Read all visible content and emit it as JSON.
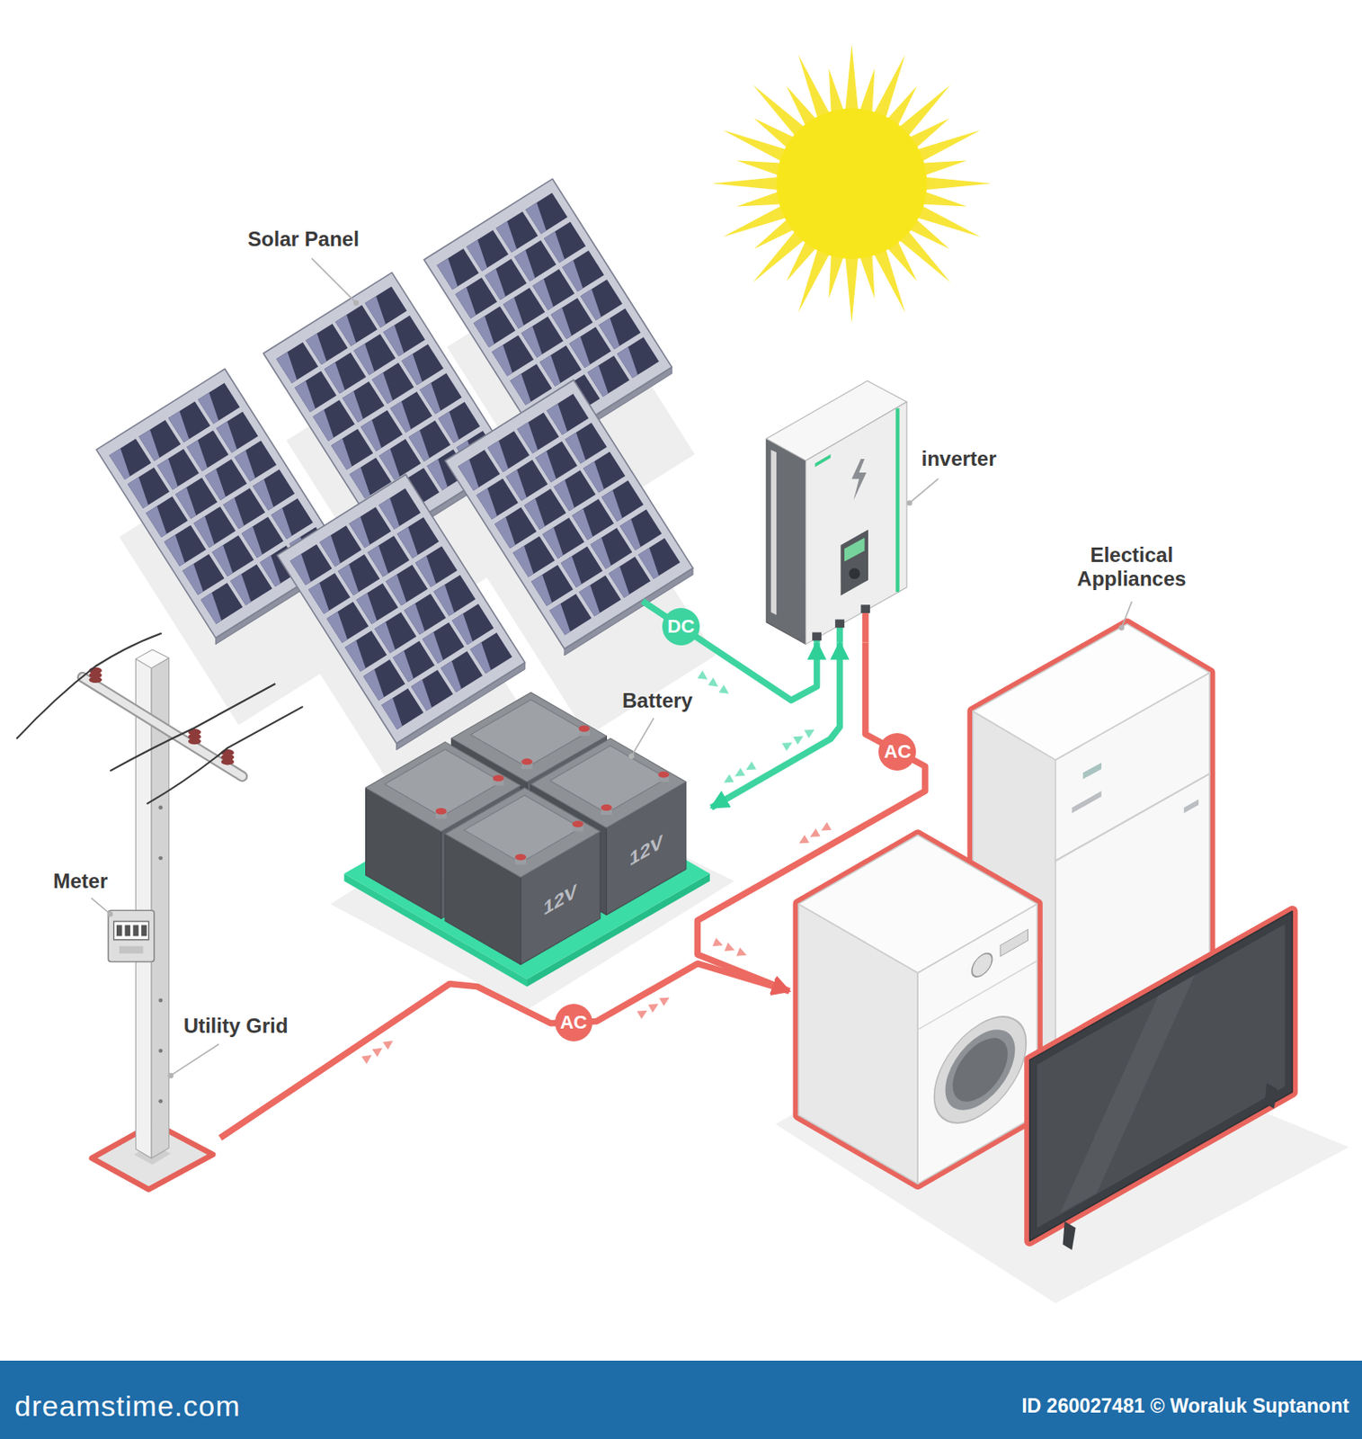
{
  "diagram": {
    "nodes": [
      {
        "text": [
          "Solar Panel"
        ]
      },
      {
        "text": [
          "inverter"
        ]
      },
      {
        "text": [
          "Electical Appliances"
        ]
      },
      {
        "text": [
          "Battery"
        ]
      },
      {
        "text": [
          "Utility Grid"
        ]
      },
      {
        "text": [
          "Meter"
        ],
        "in": 4
      }
    ],
    "edges": [
      {
        "from": 0,
        "to": 1,
        "arrow": "to",
        "label": "DC"
      },
      {
        "from": 3,
        "to": 1,
        "arrow": "both"
      },
      {
        "from": 1,
        "to": 2,
        "arrow": "to",
        "label": "AC"
      },
      {
        "from": 4,
        "to": 2,
        "arrow": "to",
        "label": "AC"
      }
    ],
    "labels": [
      "12V",
      "12V",
      "dreamstime.com",
      "ID 260027481 © Woraluk Suptanont"
    ]
  }
}
